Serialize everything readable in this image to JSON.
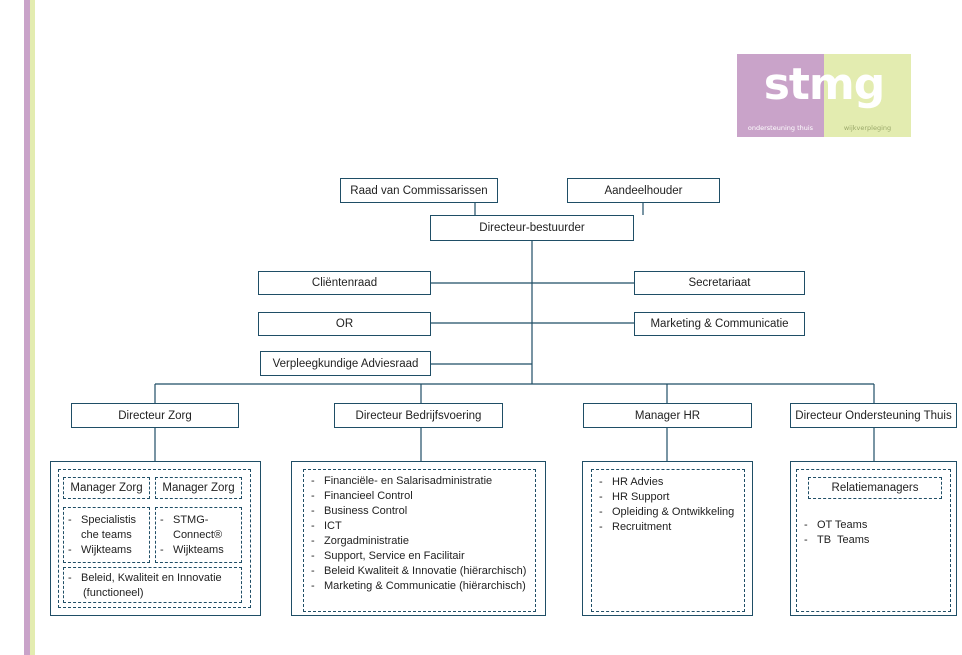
{
  "brand": {
    "logo_text": "stmg",
    "subtitle_left": "ondersteuning thuis",
    "subtitle_right": "wijkverpleging",
    "colors": {
      "purple": "#c9a3c9",
      "green": "#e3ecb0",
      "line": "#1f4e66"
    }
  },
  "top": {
    "raad": "Raad van Commissarissen",
    "aandeelhouder": "Aandeelhouder",
    "directeur": "Directeur-bestuurder"
  },
  "side": {
    "clientenraad": "Cliëntenraad",
    "secretariaat": "Secretariaat",
    "or": "OR",
    "marketing": "Marketing & Communicatie",
    "verpleeg": "Verpleegkundige Adviesraad"
  },
  "divisions": {
    "zorg": {
      "title": "Directeur Zorg",
      "manager_left": "Manager Zorg",
      "manager_right": "Manager Zorg",
      "left_items": [
        "Specialistis che teams",
        "Wijkteams"
      ],
      "right_items": [
        "STMG-Connect®",
        "Wijkteams"
      ],
      "beleid_line1": "Beleid, Kwaliteit en Innovatie",
      "beleid_line2": "(functioneel)"
    },
    "bedrijfsvoering": {
      "title": "Directeur Bedrijfsvoering",
      "items": [
        "Financiële- en Salarisadministratie",
        "Financieel Control",
        "Business Control",
        "ICT",
        "Zorgadministratie",
        "Support, Service en Facilitair",
        "Beleid Kwaliteit & Innovatie (hiërarchisch)",
        "Marketing & Communicatie (hiërarchisch)"
      ]
    },
    "hr": {
      "title": "Manager HR",
      "items": [
        "HR Advies",
        "HR Support",
        "Opleiding & Ontwikkeling",
        "Recruitment"
      ]
    },
    "ondersteuning": {
      "title": "Directeur Ondersteuning Thuis",
      "relatie": "Relatiemanagers",
      "items": [
        "OT Teams",
        "TB  Teams"
      ]
    }
  }
}
